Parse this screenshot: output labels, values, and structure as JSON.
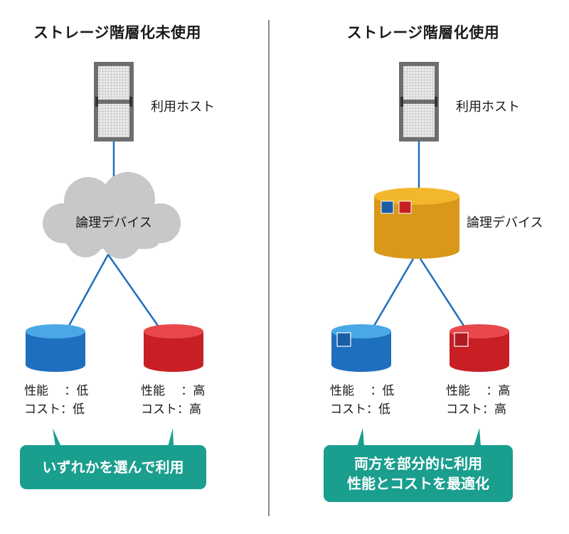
{
  "left": {
    "title": "ストレージ階層化未使用",
    "host_label": "利用ホスト",
    "device_label": "論理デバイス",
    "low_tier": {
      "perf": "性能　 ：低",
      "cost": "コスト：低"
    },
    "high_tier": {
      "perf": "性能　 ：高",
      "cost": "コスト：高"
    },
    "callout": "いずれかを選んで利用"
  },
  "right": {
    "title": "ストレージ階層化使用",
    "host_label": "利用ホスト",
    "device_label": "論理デバイス",
    "low_tier": {
      "perf": "性能　 ：低",
      "cost": "コスト：低"
    },
    "high_tier": {
      "perf": "性能　 ：高",
      "cost": "コスト：高"
    },
    "callout_line1": "両方を部分的に利用",
    "callout_line2": "性能とコストを最適化"
  },
  "colors": {
    "blue": "#1f6fbf",
    "red": "#d42a2a",
    "gold": "#e3a623",
    "teal": "#1a9e8e",
    "cloud": "#c8c8c8",
    "link": "#1f6fbf"
  }
}
